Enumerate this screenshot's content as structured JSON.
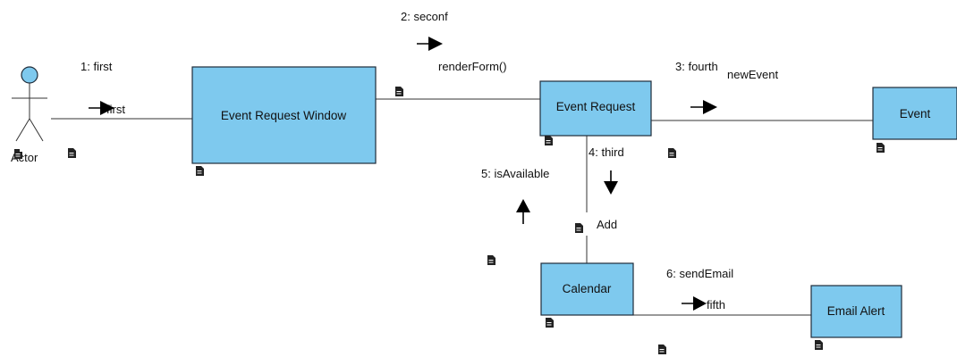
{
  "diagram": {
    "actor": {
      "label": "Actor"
    },
    "nodes": {
      "window": "Event Request Window",
      "request": "Event Request",
      "event": "Event",
      "calendar": "Calendar",
      "alert": "Email Alert"
    },
    "messages": {
      "m1": "1: first",
      "m1_arrow": "first",
      "m2": "2: seconf",
      "m2_op": "renderForm()",
      "m3": "3: fourth",
      "m3_sub": "newEvent",
      "m4": "4: third",
      "m4_op": "Add",
      "m5": "5: isAvailable",
      "m6": "6: sendEmail",
      "m6_op": "fifth"
    },
    "colors": {
      "node_fill": "#7ec9ee",
      "node_border": "#1f2c3a",
      "arrow": "#000000"
    }
  }
}
